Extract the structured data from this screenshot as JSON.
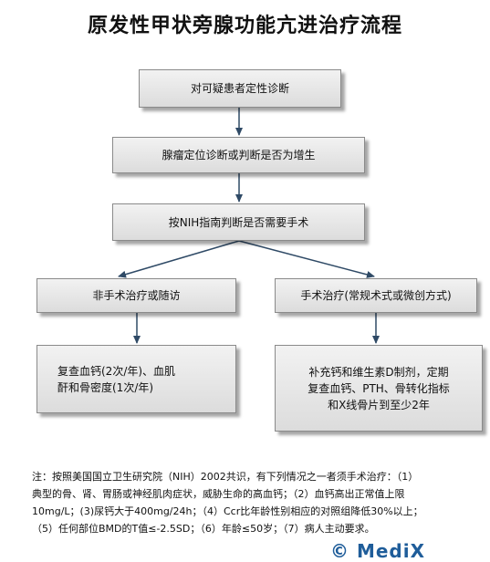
{
  "title": "原发性甲状旁腺功能亢进治疗流程",
  "nodes": {
    "step1": "对可疑患者定性诊断",
    "step2": "腺瘤定位诊断或判断是否为增生",
    "step3": "按NIH指南判断是否需要手术",
    "non_surgical": "非手术治疗或随访",
    "surgical": "手术治疗(常规术式或微创方式)",
    "follow_up_non_surgical": "复查血钙(2次/年)、血肌\n酐和骨密度(1次/年)",
    "follow_up_surgical": "补充钙和维生素D制剂，定期\n复查血钙、PTH、骨转化指标\n和X线骨片到至少2年"
  },
  "note": [
    "注：按照美国国立卫生研究院（NIH）2002共识，有下列情况之一者须手术治疗：（1）",
    "典型的骨、肾、胃肠或神经肌肉症状，威胁生命的高血钙；（2）血钙高出正常值上限",
    "10mg/L；(3)尿钙大于400mg/24h；（4）Ccr比年龄性别相应的对照组降低30%以上；",
    "（5）任何部位BMD的T值≤-2.5SD；（6）年龄≤50岁；（7）病人主动要求。"
  ],
  "watermark": "© MediX",
  "colors": {
    "arrow": "#2f4a66",
    "box_border": "#8a8a8a",
    "watermark": "#1f5d9a"
  }
}
